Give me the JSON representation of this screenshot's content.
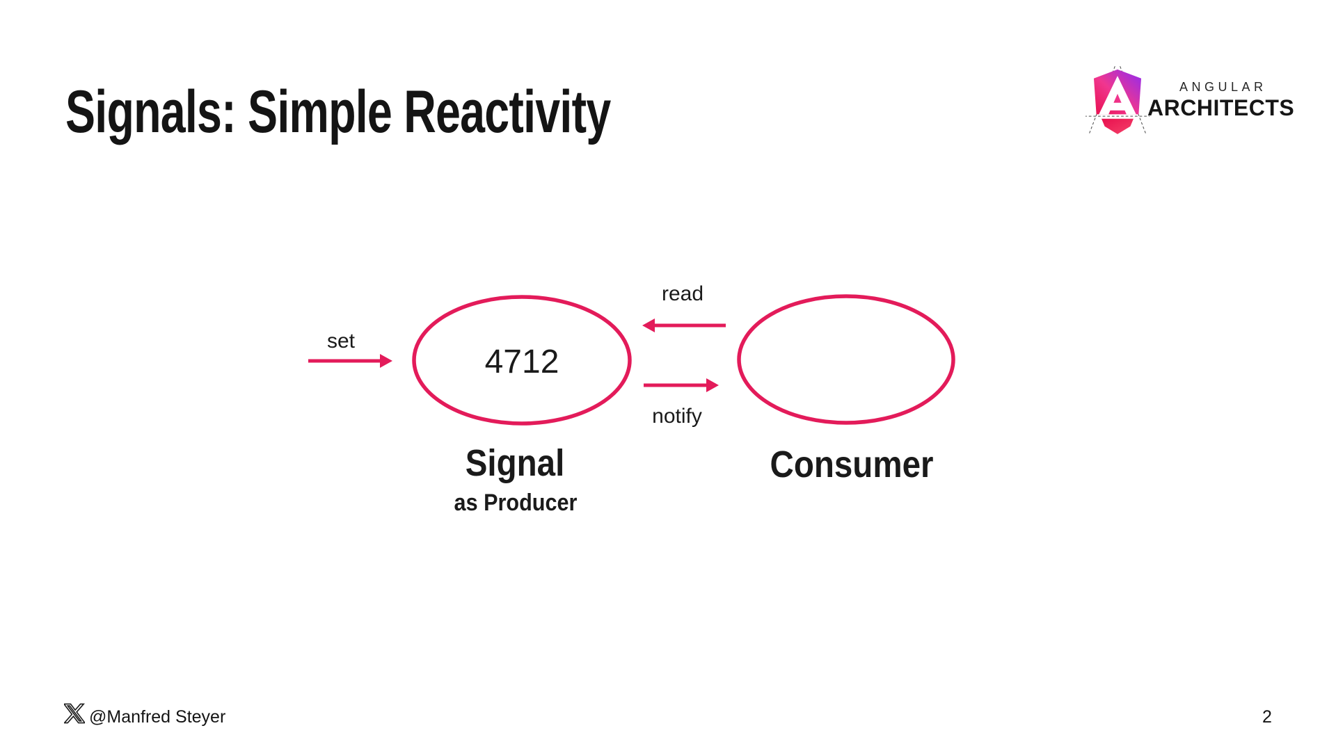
{
  "slide": {
    "title": "Signals: Simple Reactivity",
    "page_number": "2",
    "footer_handle": "@Manfred Steyer"
  },
  "logo": {
    "brand_top": "ANGULAR",
    "brand_bottom": "ARCHITECTS"
  },
  "diagram": {
    "signal_value": "4712",
    "signal_title": "Signal",
    "signal_subtitle": "as Producer",
    "consumer_title": "Consumer",
    "set_label": "set",
    "read_label": "read",
    "notify_label": "notify"
  },
  "colors": {
    "accent": "#E31B5A",
    "text": "#1a1a1a",
    "logo_pink": "#F0368F",
    "logo_purple": "#8F2BF2",
    "logo_red": "#E80F4E",
    "logo_red2": "#F5426A"
  }
}
